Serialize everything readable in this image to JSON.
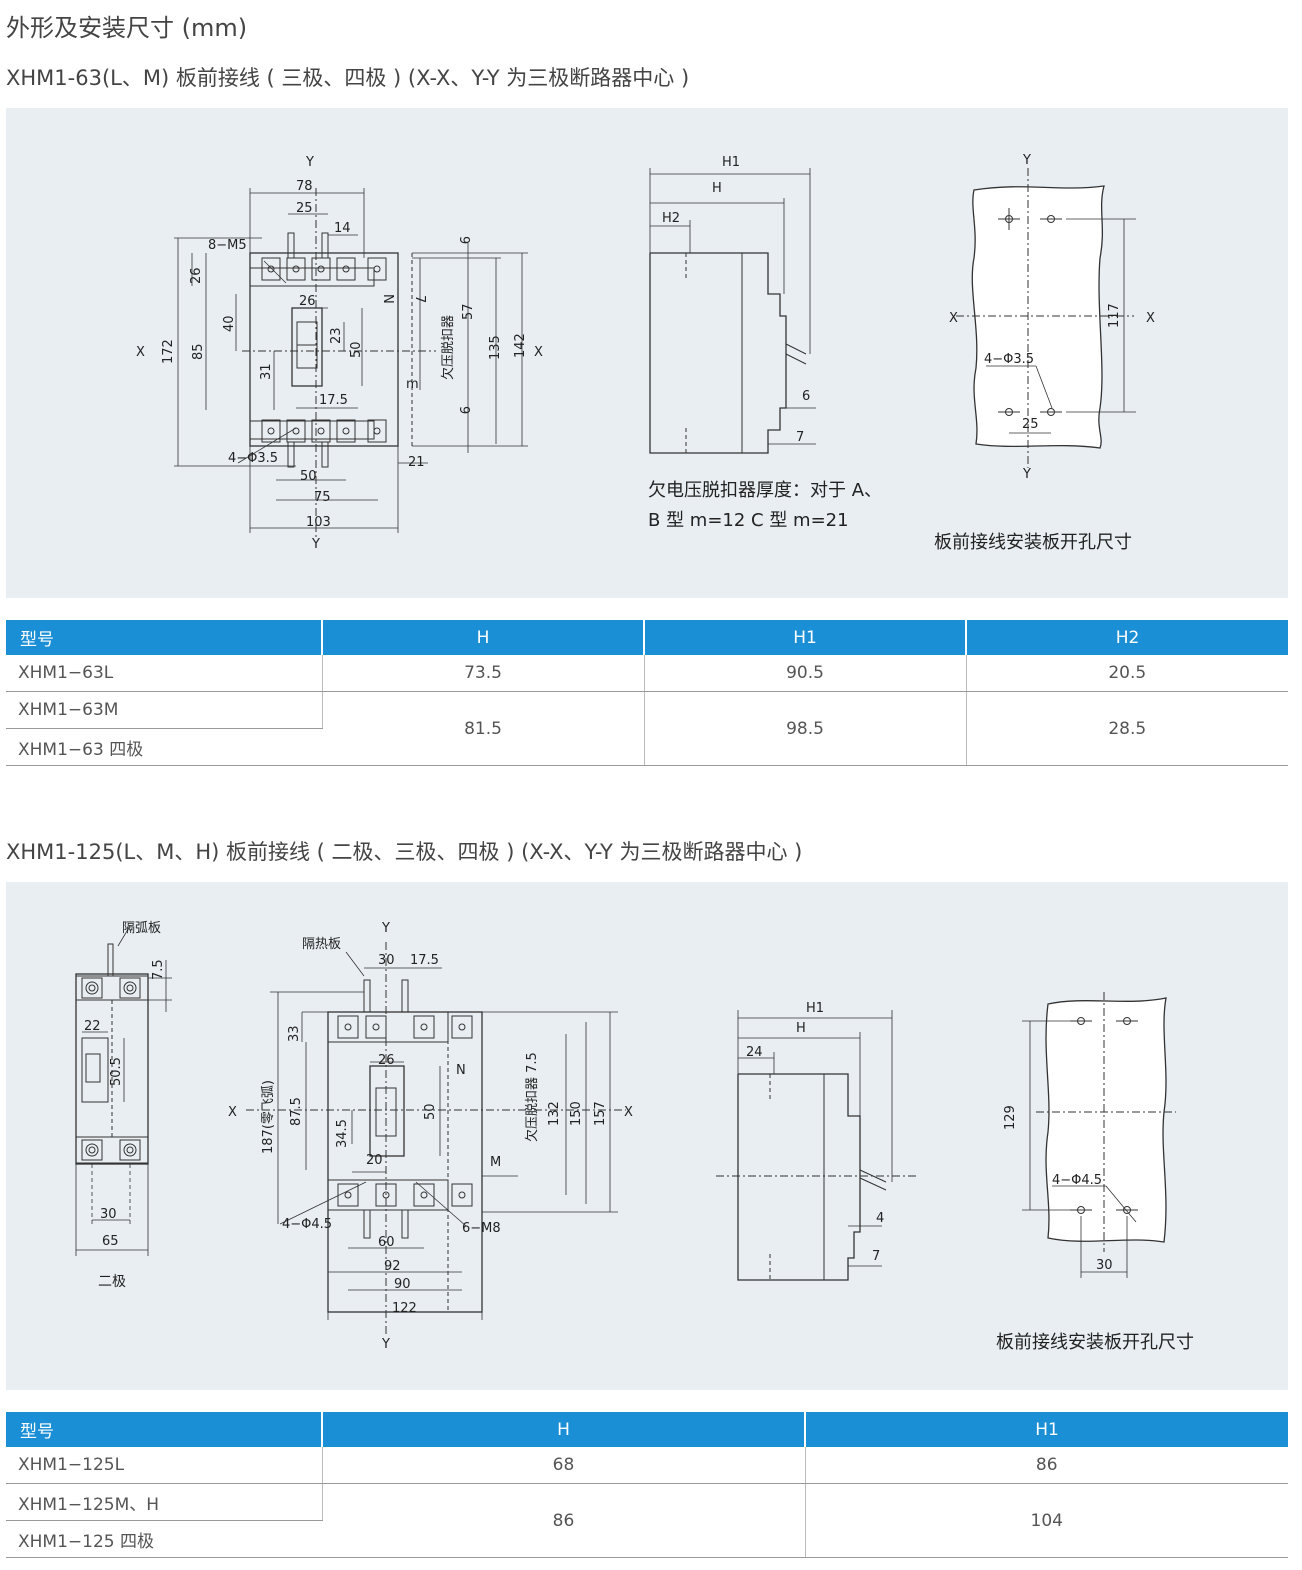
{
  "page_title": "外形及安装尺寸 (mm)",
  "section1": {
    "title": "XHM1-63(L、M) 板前接线 ( 三极、四极 )   (X-X、Y-Y 为三极断路器中心 )",
    "front": {
      "Y_top": "Y",
      "d78": "78",
      "d25": "25",
      "d14": "14",
      "m5": "8−M5",
      "d26a": "26",
      "d40": "40",
      "d85": "85",
      "d172": "172",
      "X_left": "X",
      "d26b": "26",
      "d23": "23",
      "d50": "50",
      "d31": "31",
      "d17_5": "17.5",
      "d9a": "9",
      "d7": "7",
      "N": "N",
      "uv": "欠压脱扣器",
      "d57": "57",
      "d135": "135",
      "d142": "142",
      "X_right": "X",
      "m": "m",
      "d9b": "9",
      "hole": "4−Φ3.5",
      "d50b": "50",
      "d21": "21",
      "d75": "75",
      "d103": "103",
      "Y_bottom": "Y"
    },
    "side": {
      "H1": "H1",
      "H": "H",
      "H2": "H2",
      "d6": "6",
      "d7": "7"
    },
    "mount": {
      "Y_top": "Y",
      "X_left": "X",
      "X_right": "X",
      "d117": "117",
      "hole": "4−Φ3.5",
      "d25": "25",
      "Y_bottom": "Y"
    },
    "note_line1": "欠电压脱扣器厚度：对于 A、",
    "note_line2": "B 型 m=12  C 型 m=21",
    "mount_caption": "板前接线安装板开孔尺寸",
    "table": {
      "headers": [
        "型号",
        "H",
        "H1",
        "H2"
      ],
      "rows": [
        {
          "model": "XHM1−63L",
          "H": "73.5",
          "H1": "90.5",
          "H2": "20.5"
        },
        {
          "model": "XHM1−63M",
          "H": "81.5",
          "H1": "98.5",
          "H2": "28.5"
        },
        {
          "model": "XHM1−63 四极"
        }
      ]
    }
  },
  "section2": {
    "title": "XHM1-125(L、M、H) 板前接线 ( 二极、三极、四极 )   (X-X、Y-Y 为三极断路器中心 )",
    "twopole": {
      "arc": "隔弧板",
      "d7_5": "7.5",
      "d22": "22",
      "d50_5": "50.5",
      "d30": "30",
      "d65": "65",
      "caption": "二极"
    },
    "front": {
      "Y_top": "Y",
      "heat": "隔热板",
      "d30": "30",
      "d17_5": "17.5",
      "d33": "33",
      "d187": "187(零飞弧)",
      "d87_5": "87.5",
      "d34_5": "34.5",
      "d26": "26",
      "d20": "20",
      "d50": "50",
      "X_left": "X",
      "N": "N",
      "uv": "欠压脱扣器 7.5",
      "d132": "132",
      "d150": "150",
      "d157": "157",
      "X_right": "X",
      "M": "M",
      "hole": "4−Φ4.5",
      "m8": "6−M8",
      "d60": "60",
      "d92": "92",
      "d90": "90",
      "d122": "122",
      "Y_bottom": "Y"
    },
    "side": {
      "H1": "H1",
      "H": "H",
      "d24": "24",
      "d4": "4",
      "d7": "7"
    },
    "mount": {
      "d129": "129",
      "hole": "4−Φ4.5",
      "d30": "30"
    },
    "mount_caption": "板前接线安装板开孔尺寸",
    "table": {
      "headers": [
        "型号",
        "H",
        "H1"
      ],
      "rows": [
        {
          "model": "XHM1−125L",
          "H": "68",
          "H1": "86"
        },
        {
          "model": "XHM1−125M、H",
          "H": "86",
          "H1": "104"
        },
        {
          "model": "XHM1−125 四极"
        }
      ]
    }
  }
}
